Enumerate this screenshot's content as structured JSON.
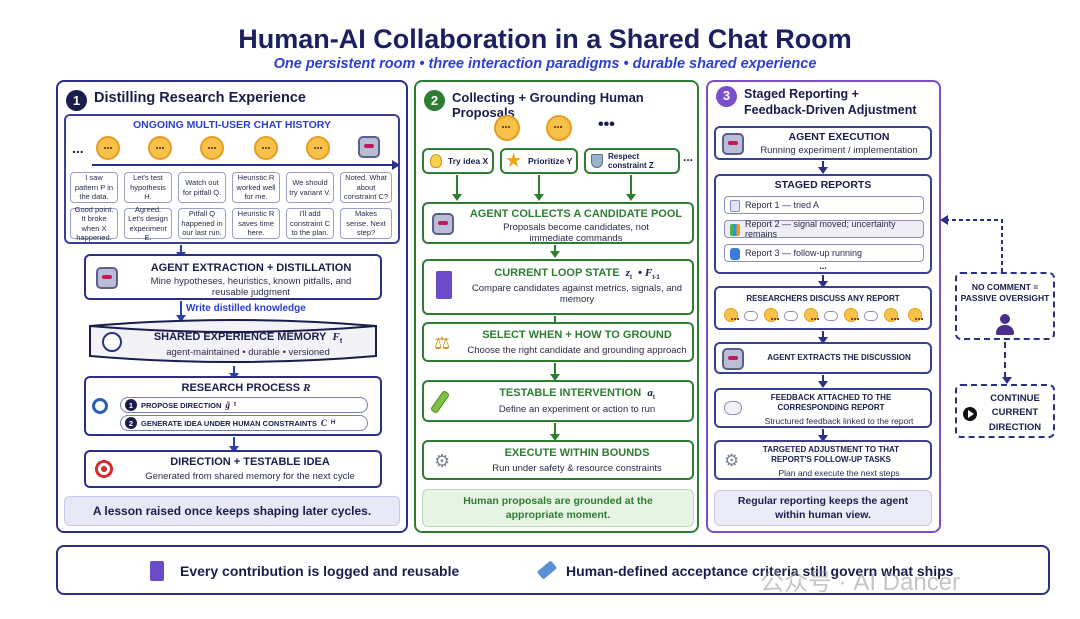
{
  "header": {
    "title": "Human-AI Collaboration in a Shared Chat Room",
    "subtitle": "One persistent room  •  three interaction paradigms  •  durable shared experience"
  },
  "colors": {
    "navy": "#2c2f86",
    "green": "#2e7d32",
    "purple": "#7b4fc9",
    "blue_accent": "#2c3fd4"
  },
  "panel1": {
    "number": "1",
    "title": "Distilling Research Experience",
    "chat": {
      "heading": "ONGOING MULTI-USER CHAT HISTORY",
      "ellipsis": "...",
      "row1": [
        "I saw pattern P in the data.",
        "Let's test hypothesis H.",
        "Watch out for pitfall Q.",
        "Heuristic R worked well for me.",
        "We should try variant V.",
        "Noted. What about constraint C?"
      ],
      "row2": [
        "Good point. It broke when X happened.",
        "Agreed. Let's design experiment E.",
        "Pitfall Q happened in our last run.",
        "Heuristic R saves time here.",
        "I'll add constraint C to the plan.",
        "Makes sense. Next step?"
      ]
    },
    "extraction": {
      "title": "AGENT EXTRACTION + DISTILLATION",
      "desc": "Mine hypotheses, heuristics, known pitfalls, and reusable judgment"
    },
    "write_label": "Write distilled knowledge",
    "memory": {
      "title": "SHARED EXPERIENCE MEMORY",
      "symbol": "F",
      "sub": "t",
      "desc": "agent-maintained  •  durable  •  versioned"
    },
    "process": {
      "title": "RESEARCH PROCESS",
      "symbol": "R",
      "steps": [
        {
          "num": "1",
          "label": "PROPOSE DIRECTION",
          "sym": "ĝ",
          "sub": "t"
        },
        {
          "num": "2",
          "label": "GENERATE IDEA UNDER HUMAN CONSTRAINTS",
          "sym": "C",
          "sub": "H"
        }
      ]
    },
    "direction": {
      "title": "DIRECTION + TESTABLE IDEA",
      "desc": "Generated from shared memory for the next cycle"
    },
    "footer": "A lesson raised once keeps shaping later cycles."
  },
  "panel2": {
    "number": "2",
    "title": "Collecting + Grounding Human Proposals",
    "ellipsis": "•••",
    "proposals": [
      "Try idea X",
      "Prioritize Y",
      "Respect constraint Z"
    ],
    "proposals_ellipsis": "...",
    "steps": [
      {
        "title": "AGENT COLLECTS A CANDIDATE POOL",
        "desc": "Proposals become candidates, not immediate commands"
      },
      {
        "title": "CURRENT LOOP STATE",
        "sym": "z",
        "sub": "t",
        "sym2": "F",
        "sub2": "t-1",
        "desc": "Compare candidates against metrics, signals, and memory"
      },
      {
        "title": "SELECT WHEN + HOW TO GROUND",
        "desc": "Choose the right candidate and grounding approach"
      },
      {
        "title": "TESTABLE INTERVENTION",
        "sym": "a",
        "sub": "t",
        "desc": "Define an experiment or action to run"
      },
      {
        "title": "EXECUTE WITHIN BOUNDS",
        "desc": "Run under safety & resource constraints"
      }
    ],
    "footer": "Human proposals are grounded at the appropriate moment."
  },
  "panel3": {
    "number": "3",
    "title": "Staged Reporting + Feedback-Driven Adjustment",
    "execution": {
      "title": "AGENT EXECUTION",
      "desc": "Running experiment / implementation"
    },
    "reports": {
      "title": "STAGED REPORTS",
      "items": [
        "Report 1 — tried A",
        "Report 2 — signal moved; uncertainty remains",
        "Report 3 — follow-up running"
      ],
      "ellipsis": "..."
    },
    "discuss": "RESEARCHERS DISCUSS ANY REPORT",
    "extracts": "AGENT EXTRACTS THE DISCUSSION",
    "feedback": {
      "title": "FEEDBACK ATTACHED TO THE CORRESPONDING REPORT",
      "desc": "Structured feedback linked to the report"
    },
    "adjust": {
      "title": "TARGETED ADJUSTMENT TO THAT REPORT'S FOLLOW-UP TASKS",
      "desc": "Plan and execute the next steps"
    },
    "footer": "Regular reporting keeps the agent within human view."
  },
  "side": {
    "no_comment": "NO COMMENT = PASSIVE OVERSIGHT",
    "continue": "CONTINUE CURRENT DIRECTION"
  },
  "footer": {
    "left": "Every contribution is logged and reusable",
    "right": "Human-defined acceptance criteria still govern what ships",
    "watermark": "公众号 · AI Dancer"
  }
}
